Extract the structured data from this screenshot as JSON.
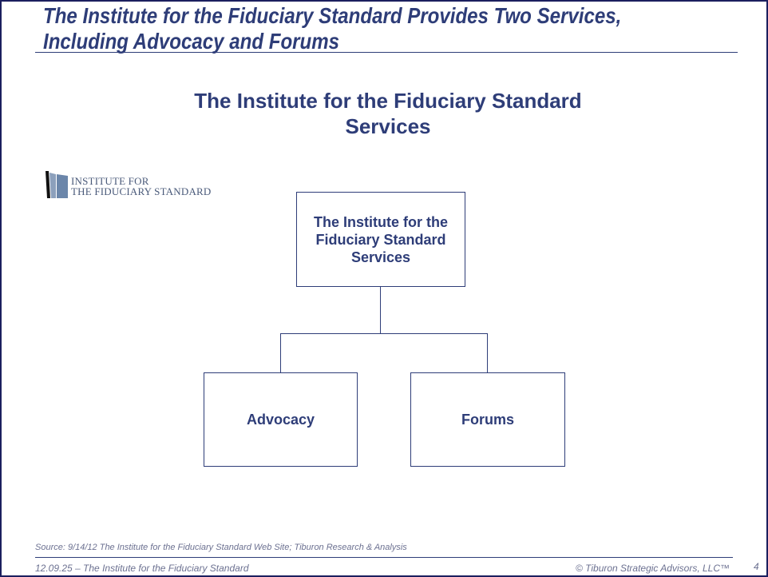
{
  "slide": {
    "title_line1": "The Institute for the Fiduciary Standard Provides Two Services,",
    "title_line2": "Including Advocacy and Forums",
    "subtitle_line1": "The Institute for the Fiduciary Standard",
    "subtitle_line2": "Services"
  },
  "logo": {
    "line1": "INSTITUTE FOR",
    "line2": "THE FIDUCIARY STANDARD"
  },
  "org_chart": {
    "root": "The Institute for the Fiduciary Standard Services",
    "children": [
      "Advocacy",
      "Forums"
    ]
  },
  "footer": {
    "source": "Source:  9/14/12 The Institute for the Fiduciary Standard Web Site; Tiburon Research & Analysis",
    "left": "12.09.25 – The Institute for the Fiduciary Standard",
    "right": "© Tiburon Strategic Advisors, LLC™",
    "page": "4"
  },
  "colors": {
    "text": "#2E3D78",
    "border": "#1B1F5E",
    "footer": "#6C7191"
  }
}
